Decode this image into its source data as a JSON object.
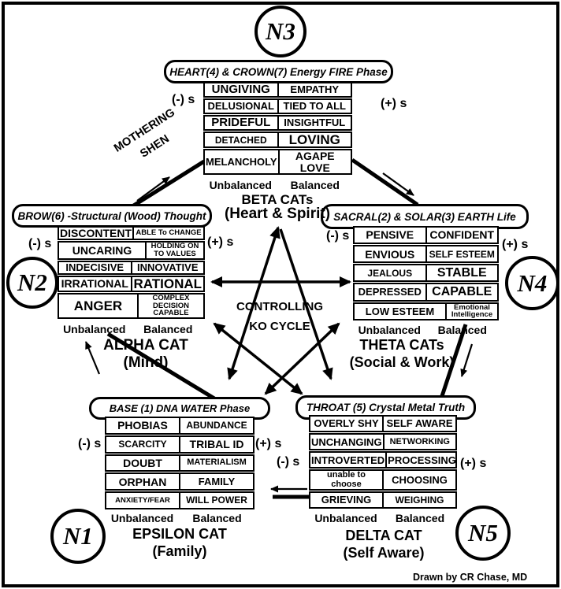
{
  "colors": {
    "ink": "#000000",
    "paper": "#ffffff"
  },
  "credit": "Drawn by CR Chase, MD",
  "shared": {
    "neg": "(-) s",
    "pos": "(+) s",
    "unbalanced": "Unbalanced",
    "balanced": "Balanced"
  },
  "center": {
    "line1": "CONTROLLING",
    "line2": "KO CYCLE"
  },
  "mothering": {
    "line1": "MOTHERING",
    "line2": "SHEN"
  },
  "sections": {
    "beta": {
      "node": "N3",
      "pill": "HEART(4) & CROWN(7) Energy FIRE Phase",
      "cat": "BETA CATs",
      "sub": "(Heart & Spirit)",
      "rows": [
        {
          "neg": "UNGIVING",
          "pos": "EMPATHY"
        },
        {
          "neg": "DELUSIONAL",
          "pos": "TIED TO ALL"
        },
        {
          "neg": "PRIDEFUL",
          "pos": "INSIGHTFUL"
        },
        {
          "neg": "DETACHED",
          "pos": "LOVING"
        },
        {
          "neg": "MELANCHOLY",
          "pos": "AGAPE LOVE"
        }
      ]
    },
    "alpha": {
      "node": "N2",
      "pill": "BROW(6) -Structural (Wood) Thought",
      "cat": "ALPHA CAT",
      "sub": "(Mind)",
      "rows": [
        {
          "neg": "DISCONTENT",
          "pos": "ABLE To CHANGE"
        },
        {
          "neg": "UNCARING",
          "pos": "HOLDING ON TO VALUES"
        },
        {
          "neg": "INDECISIVE",
          "pos": "INNOVATIVE"
        },
        {
          "neg": "IRRATIONAL",
          "pos": "RATIONAL"
        },
        {
          "neg": "ANGER",
          "pos": "COMPLEX DECISION CAPABLE"
        }
      ]
    },
    "theta": {
      "node": "N4",
      "pill": "SACRAL(2) & SOLAR(3) EARTH Life",
      "cat": "THETA CATs",
      "sub": "(Social & Work)",
      "rows": [
        {
          "neg": "PENSIVE",
          "pos": "CONFIDENT"
        },
        {
          "neg": "ENVIOUS",
          "pos": "SELF ESTEEM"
        },
        {
          "neg": "JEALOUS",
          "pos": "STABLE"
        },
        {
          "neg": "DEPRESSED",
          "pos": "CAPABLE"
        },
        {
          "neg": "LOW ESTEEM",
          "pos": "Emotional Intelligence"
        }
      ]
    },
    "epsilon": {
      "node": "N1",
      "pill": "BASE (1) DNA WATER Phase",
      "cat": "EPSILON CAT",
      "sub": "(Family)",
      "rows": [
        {
          "neg": "PHOBIAS",
          "pos": "ABUNDANCE"
        },
        {
          "neg": "SCARCITY",
          "pos": "TRIBAL ID"
        },
        {
          "neg": "DOUBT",
          "pos": "MATERIALISM"
        },
        {
          "neg": "ORPHAN",
          "pos": "FAMILY"
        },
        {
          "neg": "ANXIETY/FEAR",
          "pos": "WILL POWER"
        }
      ]
    },
    "delta": {
      "node": "N5",
      "pill": "THROAT (5) Crystal Metal Truth",
      "cat": "DELTA CAT",
      "sub": "(Self Aware)",
      "rows": [
        {
          "neg": "OVERLY SHY",
          "pos": "SELF AWARE"
        },
        {
          "neg": "UNCHANGING",
          "pos": "NETWORKING"
        },
        {
          "neg": "INTROVERTED",
          "pos": "PROCESSING"
        },
        {
          "neg": "unable to choose",
          "pos": "CHOOSING"
        },
        {
          "neg": "GRIEVING",
          "pos": "WEIGHING"
        }
      ]
    }
  }
}
